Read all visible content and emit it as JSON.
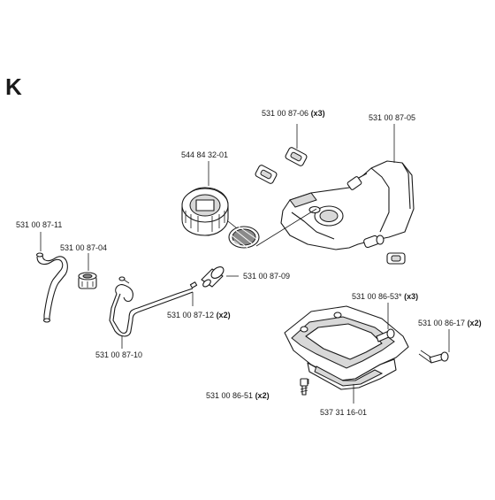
{
  "section_letter": "K",
  "callouts": [
    {
      "id": "c-531008706",
      "part": "531 00 87-06",
      "qty": "(x3)"
    },
    {
      "id": "c-531008705",
      "part": "531 00 87-05",
      "qty": ""
    },
    {
      "id": "c-544843201",
      "part": "544 84 32-01",
      "qty": ""
    },
    {
      "id": "c-531008711",
      "part": "531 00 87-11",
      "qty": ""
    },
    {
      "id": "c-531008704",
      "part": "531 00 87-04",
      "qty": ""
    },
    {
      "id": "c-531008709",
      "part": "531 00 87-09",
      "qty": ""
    },
    {
      "id": "c-531008712",
      "part": "531 00 87-12",
      "qty": "(x2)"
    },
    {
      "id": "c-531008710",
      "part": "531 00 87-10",
      "qty": ""
    },
    {
      "id": "c-531008653",
      "part": "531 00 86-53*",
      "qty": "(x3)"
    },
    {
      "id": "c-531008617",
      "part": "531 00 86-17",
      "qty": "(x2)"
    },
    {
      "id": "c-531008651",
      "part": "531 00 86-51",
      "qty": "(x2)"
    },
    {
      "id": "c-537311601",
      "part": "537 31 16-01",
      "qty": ""
    }
  ]
}
